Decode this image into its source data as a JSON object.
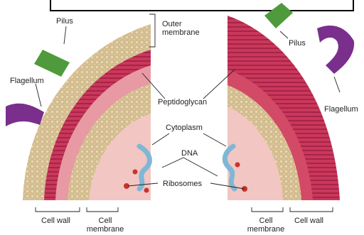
{
  "labels": {
    "pilus_left": "Pilus",
    "outer_membrane": "Outer\nmembrane",
    "pilus_right": "Pilus",
    "flagellum_left": "Flagellum",
    "flagellum_right": "Flagellum",
    "peptidoglycan": "Peptidoglycan",
    "cytoplasm": "Cytoplasm",
    "dna": "DNA",
    "ribosomes": "Ribosomes",
    "cell_wall_left": "Cell wall",
    "cell_membrane_left": "Cell\nmembrane",
    "cell_membrane_right": "Cell\nmembrane",
    "cell_wall_right": "Cell wall"
  },
  "colors": {
    "lipid_layer": "#d9c49a",
    "peptidoglycan": "#c9385a",
    "cytoplasm": "#eaa3a8",
    "pilus": "#4f9a3c",
    "flagellum": "#7a2f8c",
    "dna": "#7fb7d6",
    "ribosome": "#c8322b"
  }
}
